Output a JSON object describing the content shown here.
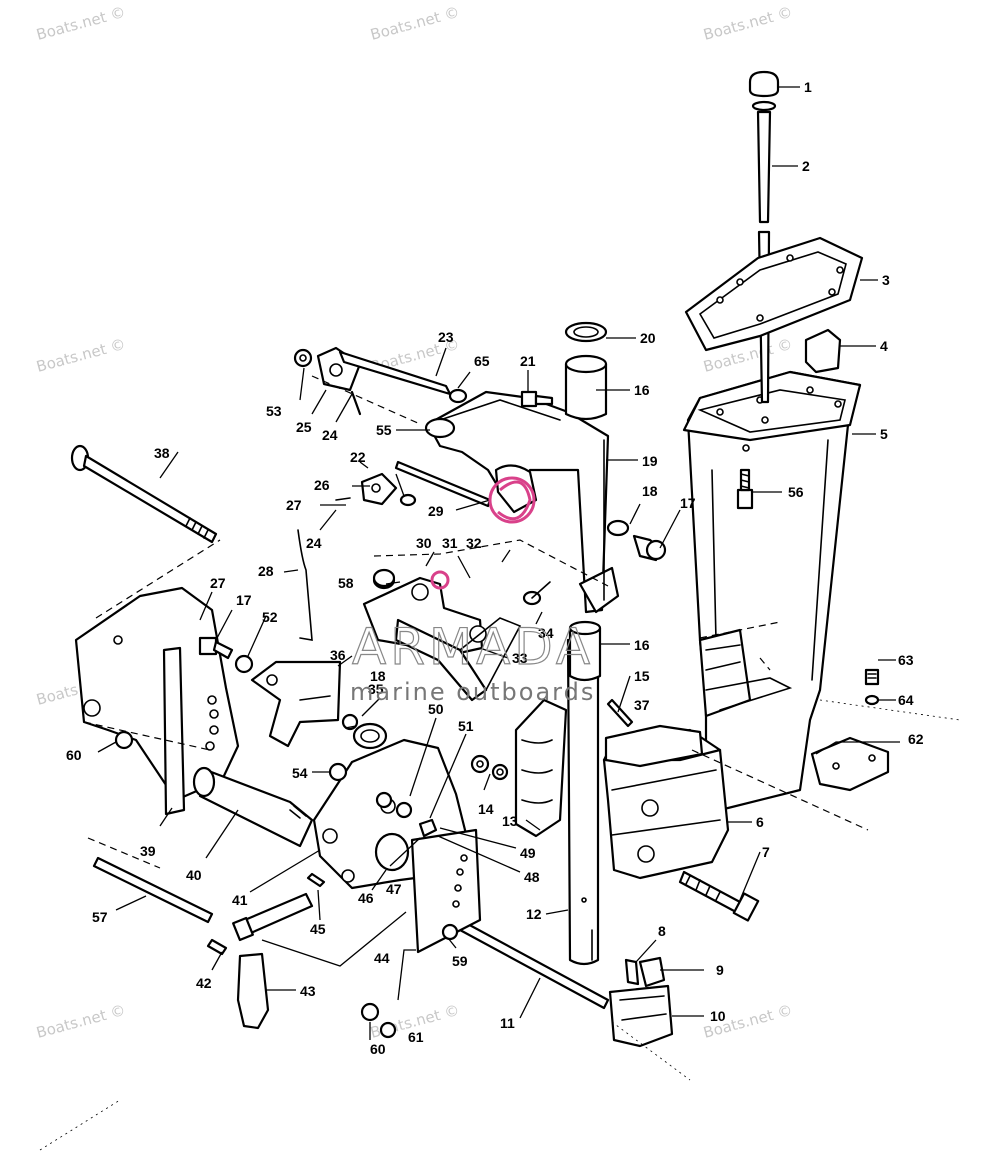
{
  "watermark": {
    "text": "Boats.net ©"
  },
  "brand": {
    "name": "ARMADA",
    "tagline": "marine outboards",
    "accent_color": "#d9418a"
  },
  "callouts": [
    "1",
    "2",
    "3",
    "4",
    "5",
    "6",
    "7",
    "8",
    "9",
    "10",
    "11",
    "12",
    "13",
    "14",
    "15",
    "16",
    "16",
    "17",
    "17",
    "18",
    "18",
    "19",
    "20",
    "21",
    "22",
    "23",
    "24",
    "24",
    "25",
    "26",
    "27",
    "27",
    "28",
    "29",
    "30",
    "31",
    "32",
    "33",
    "34",
    "35",
    "36",
    "37",
    "38",
    "39",
    "40",
    "41",
    "42",
    "43",
    "44",
    "45",
    "46",
    "47",
    "48",
    "49",
    "50",
    "51",
    "52",
    "53",
    "54",
    "55",
    "56",
    "57",
    "58",
    "59",
    "60",
    "60",
    "61",
    "62",
    "63",
    "64",
    "65"
  ]
}
